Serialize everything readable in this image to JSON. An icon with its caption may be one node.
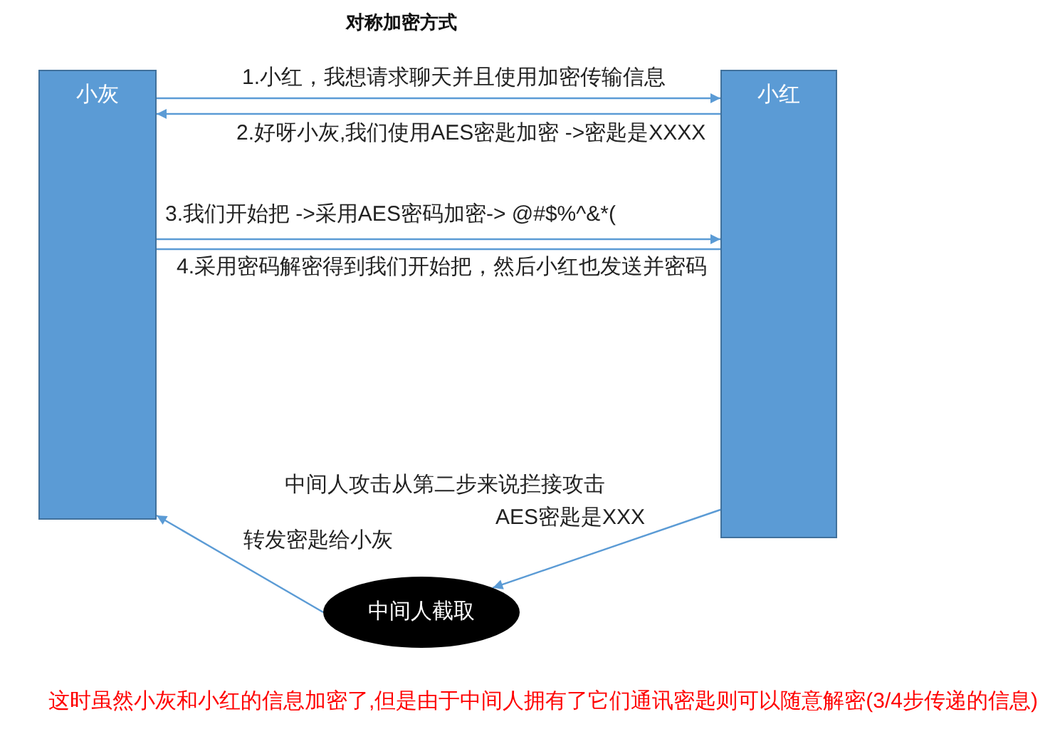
{
  "diagram": {
    "title": "对称加密方式",
    "nodes": [
      {
        "text": [
          "小灰"
        ]
      },
      {
        "text": [
          "小红"
        ]
      },
      {
        "text": [
          "中间人截取"
        ]
      }
    ],
    "edges": [
      {
        "from": 0,
        "to": 1,
        "arrow": "to",
        "label": "1.小红，我想请求聊天并且使用加密传输信息"
      },
      {
        "from": 1,
        "to": 0,
        "arrow": "to",
        "label": "2.好呀小灰,我们使用AES密匙加密 ->密匙是XXXX"
      },
      {
        "from": 0,
        "to": 1,
        "arrow": "to",
        "label": "3.我们开始把 ->采用AES密码加密-> @#$%^&*("
      },
      {
        "from": 1,
        "to": 0,
        "arrow": "none",
        "label": "4.采用密码解密得到我们开始把，然后小红也发送并密码"
      },
      {
        "from": 1,
        "to": 2,
        "arrow": "to",
        "label": "AES密匙是XXX"
      },
      {
        "from": 2,
        "to": 0,
        "arrow": "to",
        "label": "转发密匙给小灰"
      }
    ],
    "labels": [
      "中间人攻击从第二步来说拦接攻击"
    ],
    "caption": "这时虽然小灰和小红的信息加密了,但是由于中间人拥有了它们通讯密匙则可以随意解密(3/4步传递的信息)"
  }
}
